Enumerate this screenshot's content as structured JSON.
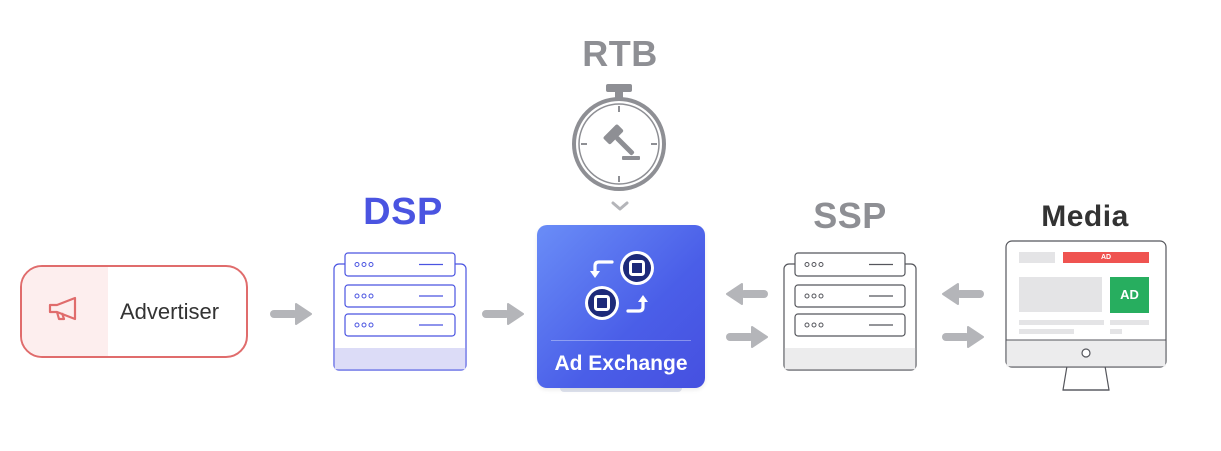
{
  "labels": {
    "rtb": "RTB",
    "dsp": "DSP",
    "ssp": "SSP",
    "media": "Media"
  },
  "advertiser": {
    "label": "Advertiser"
  },
  "exchange": {
    "label": "Ad Exchange"
  },
  "media_screen": {
    "banner_ad": "AD",
    "side_ad": "AD"
  },
  "icons": {
    "advertiser": "megaphone-icon",
    "rtb": "stopwatch-gavel-icon",
    "exchange": "exchange-cycle-icon",
    "media": "monitor-icon"
  },
  "colors": {
    "dsp_blue": "#4a54e1",
    "gray": "#8e8f94",
    "media_dark": "#333333",
    "advertiser_red": "#e06c6c",
    "ad_green": "#27ae5f",
    "ad_red": "#ef5350"
  }
}
